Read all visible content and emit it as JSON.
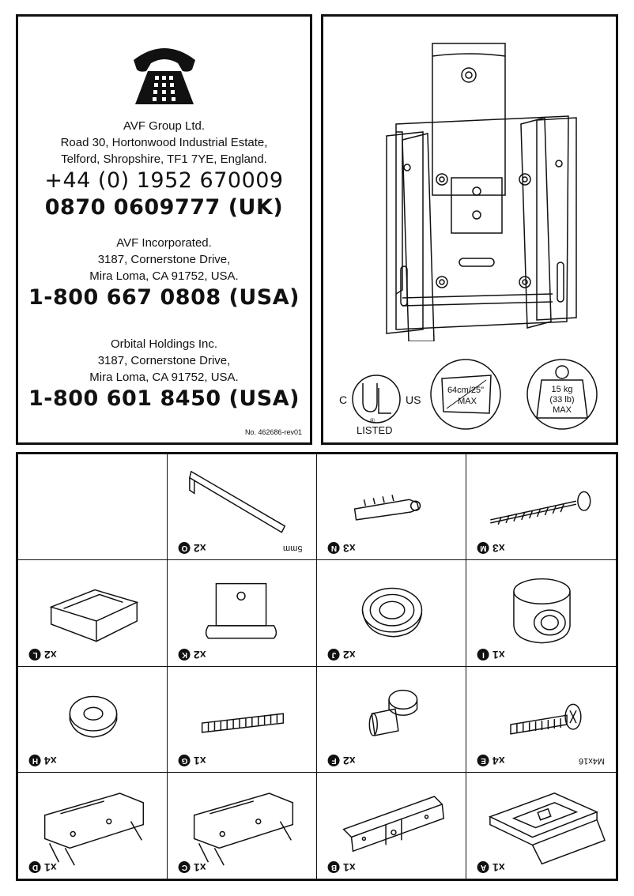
{
  "contacts": [
    {
      "name": "AVF Group Ltd.",
      "address1": "Road 30, Hortonwood Industrial Estate,",
      "address2": "Telford, Shropshire, TF1 7YE, England.",
      "phone1": "+44 (0) 1952 670009",
      "phone2": "0870 0609777 (UK)"
    },
    {
      "name": "AVF Incorporated.",
      "address1": "3187, Cornerstone Drive,",
      "address2": "Mira Loma, CA 91752, USA.",
      "phone1": "1-800 667 0808 (USA)"
    },
    {
      "name": "Orbital Holdings Inc.",
      "address1": "3187, Cornerstone Drive,",
      "address2": "Mira Loma, CA 91752, USA.",
      "phone1": "1-800 601 8450 (USA)"
    }
  ],
  "ref_no": "No. 462686-rev01",
  "badges": {
    "ul_c": "C",
    "ul_us": "US",
    "ul_listed": "LISTED",
    "screen_size": "64cm/25\"",
    "screen_max": "MAX",
    "weight_kg": "15 kg",
    "weight_lb": "(33 lb)",
    "weight_max": "MAX"
  },
  "parts": [
    {
      "letter": "",
      "qty": ""
    },
    {
      "letter": "O",
      "qty": "x2",
      "size": "5mm"
    },
    {
      "letter": "N",
      "qty": "x3"
    },
    {
      "letter": "M",
      "qty": "x3"
    },
    {
      "letter": "L",
      "qty": "x2"
    },
    {
      "letter": "K",
      "qty": "x2"
    },
    {
      "letter": "J",
      "qty": "x2"
    },
    {
      "letter": "I",
      "qty": "x1"
    },
    {
      "letter": "H",
      "qty": "x4"
    },
    {
      "letter": "G",
      "qty": "x1"
    },
    {
      "letter": "F",
      "qty": "x2"
    },
    {
      "letter": "E",
      "qty": "x4",
      "size": "M4x16"
    },
    {
      "letter": "D",
      "qty": "x1"
    },
    {
      "letter": "C",
      "qty": "x1"
    },
    {
      "letter": "B",
      "qty": "x1"
    },
    {
      "letter": "A",
      "qty": "x1"
    }
  ],
  "icons": [
    "telephone-icon",
    "ul-listed-logo",
    "screen-size-icon",
    "weight-icon"
  ]
}
